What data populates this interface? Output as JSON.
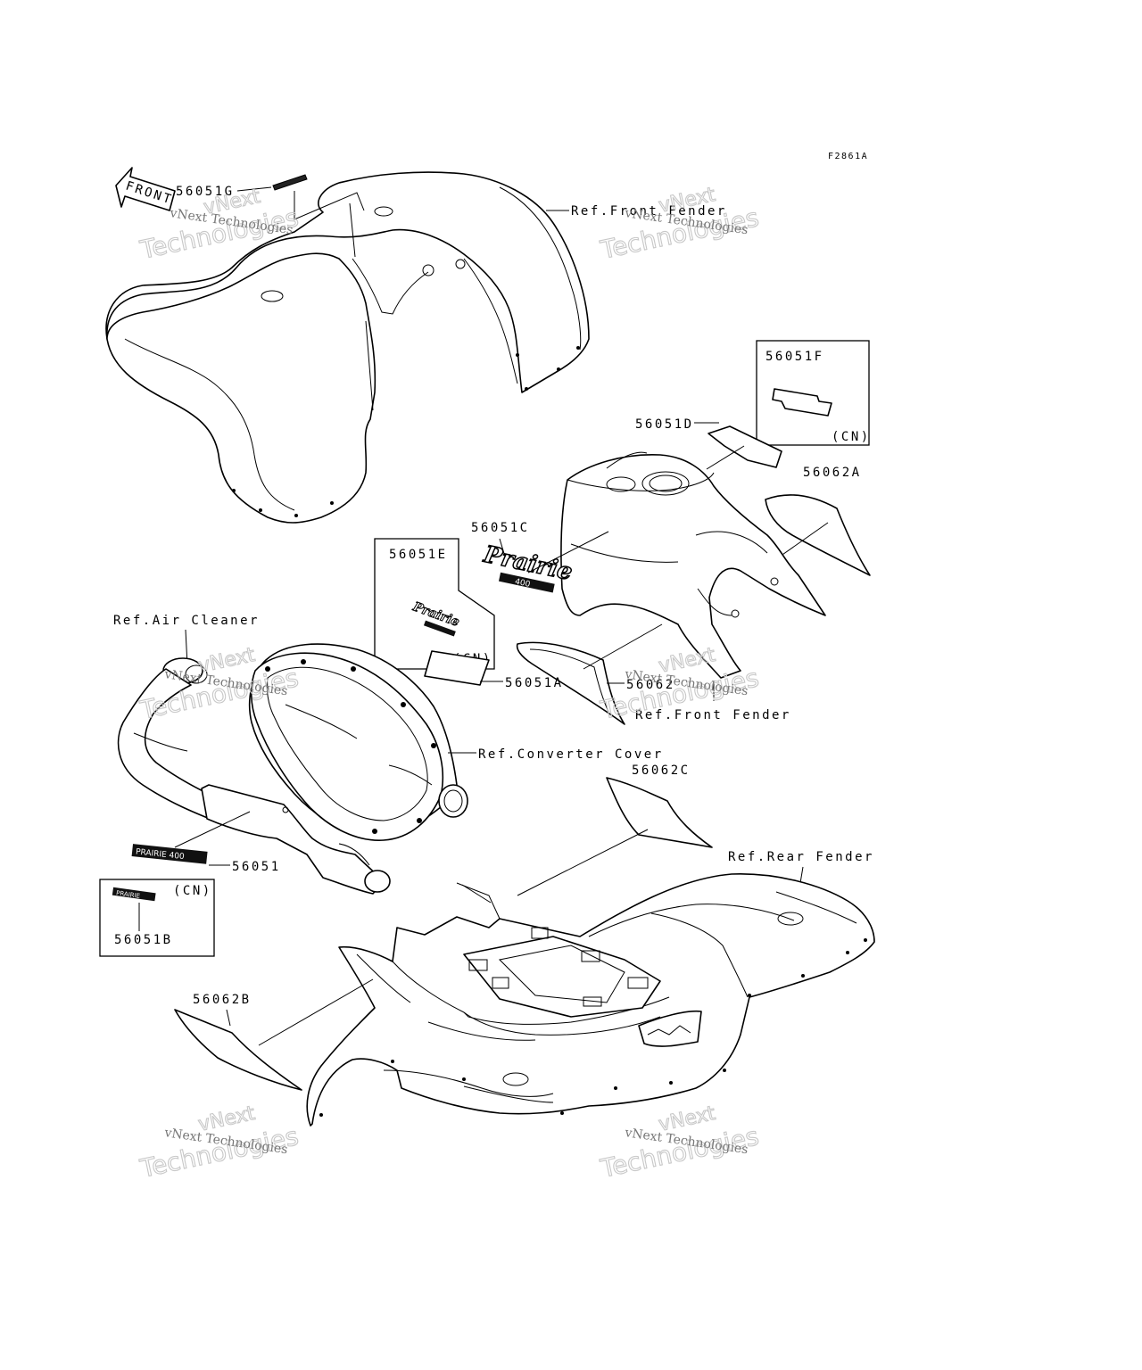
{
  "figure_code": "F2861A",
  "front_arrow": {
    "text": "FRONT"
  },
  "labels": {
    "p56051G": "56051G",
    "ref_front_fender_top": "Ref.Front Fender",
    "p56051F": "56051F",
    "cn_f": "(CN)",
    "p56051D": "56051D",
    "p56062A": "56062A",
    "p56051C": "56051C",
    "p56051E": "56051E",
    "cn_e": "(CN)",
    "ref_air_cleaner": "Ref.Air Cleaner",
    "p56062": "56062",
    "p56051A": "56051A",
    "ref_front_fender_mid": "Ref.Front Fender",
    "ref_converter_cover": "Ref.Converter Cover",
    "p56062C": "56062C",
    "ref_rear_fender": "Ref.Rear Fender",
    "p56051": "56051",
    "cn_b": "(CN)",
    "p56051B": "56051B",
    "p56062B": "56062B"
  },
  "decals": {
    "prairie_logo": "Prairie",
    "prairie_sub": "400",
    "prairie_small": "Prairie",
    "side_badge": "PRAIRIE 400",
    "small_badge": "PRAIRIE"
  },
  "watermarks": [
    {
      "line1": "vNext",
      "line2": "Technologies",
      "small": "vNext Technologies"
    },
    {
      "line1": "vNext",
      "line2": "Technologies",
      "small": "vNext Technologies"
    },
    {
      "line1": "vNext",
      "line2": "Technologies",
      "small": "vNext Technologies"
    },
    {
      "line1": "vNext",
      "line2": "Technologies",
      "small": "vNext Technologies"
    },
    {
      "line1": "vNext",
      "line2": "Technologies",
      "small": "vNext Technologies"
    },
    {
      "line1": "vNext",
      "line2": "Technologies",
      "small": "vNext Technologies"
    }
  ]
}
